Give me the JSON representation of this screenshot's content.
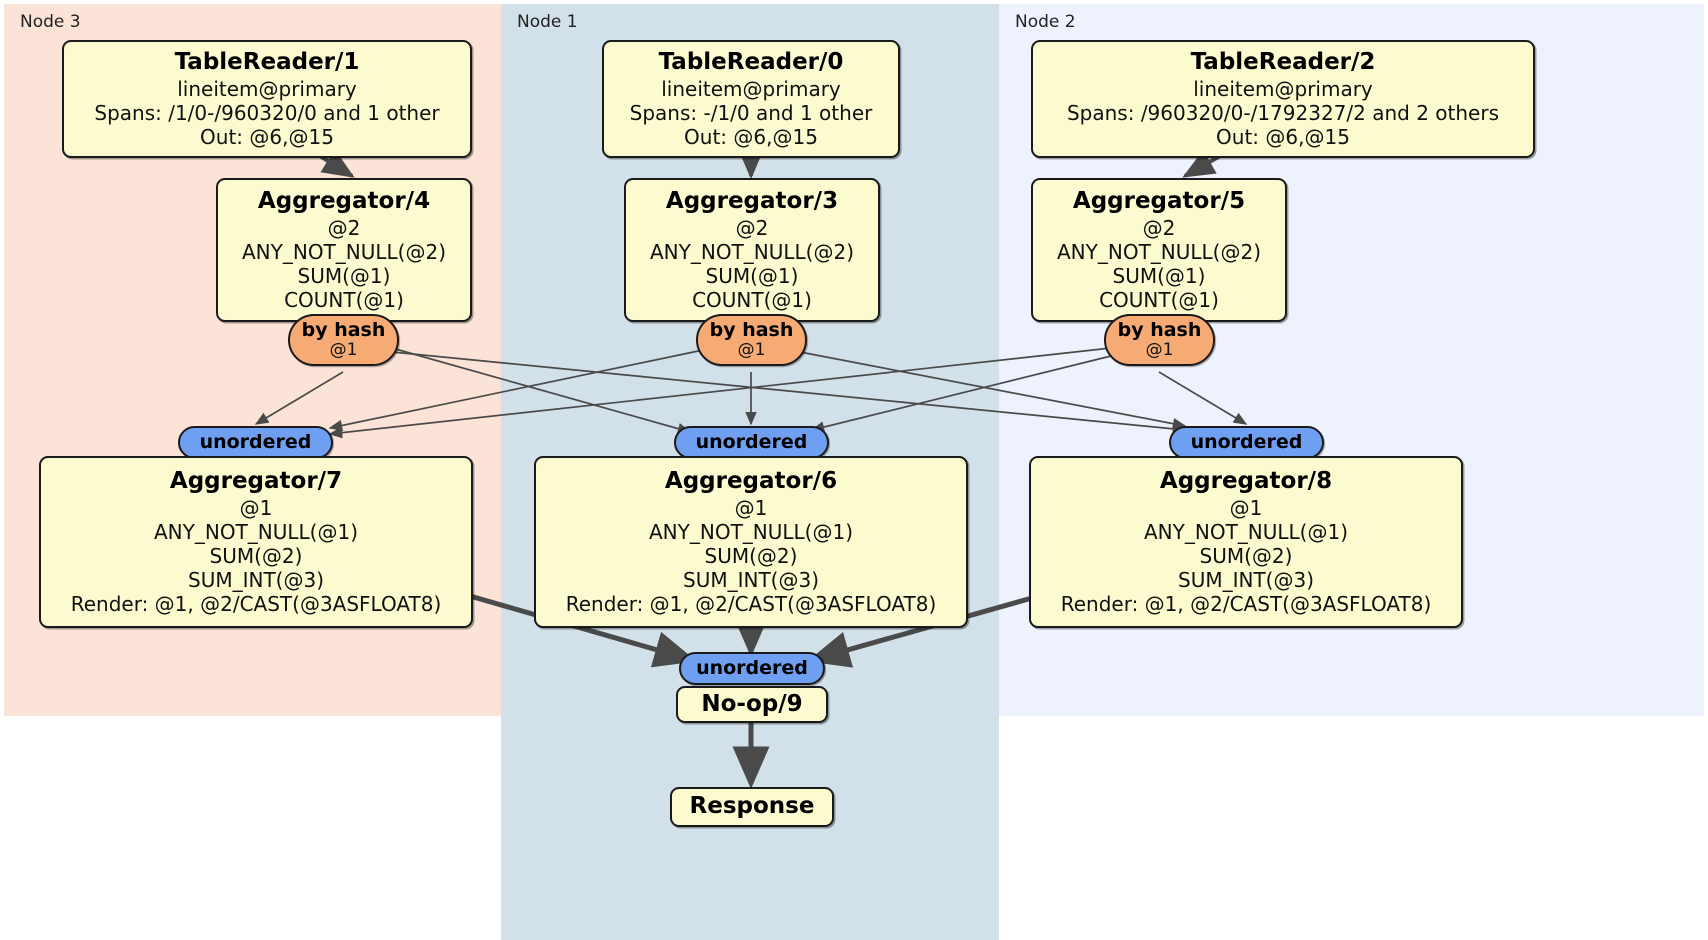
{
  "diagram": {
    "type": "distributed-query-plan",
    "colors": {
      "node3_panel": "#fbe3d7",
      "node1_panel": "#d2e0ea",
      "node2_panel": "#edf2fc",
      "processor_box": "#fbfbcf",
      "box_border": "#1a1a1a",
      "hash_pill": "#f7ab74",
      "unordered_pill": "#6f9ff0",
      "edge": "#4a4a4a"
    },
    "panels": [
      {
        "id": "node3",
        "label": "Node 3"
      },
      {
        "id": "node1",
        "label": "Node 1"
      },
      {
        "id": "node2",
        "label": "Node 2"
      }
    ],
    "processors": {
      "tablereader1": {
        "title": "TableReader/1",
        "lines": [
          "lineitem@primary",
          "Spans: /1/0-/960320/0 and 1 other",
          "Out: @6,@15"
        ]
      },
      "tablereader0": {
        "title": "TableReader/0",
        "lines": [
          "lineitem@primary",
          "Spans: -/1/0 and 1 other",
          "Out: @6,@15"
        ]
      },
      "tablereader2": {
        "title": "TableReader/2",
        "lines": [
          "lineitem@primary",
          "Spans: /960320/0-/1792327/2 and 2 others",
          "Out: @6,@15"
        ]
      },
      "aggregator4": {
        "title": "Aggregator/4",
        "lines": [
          "@2",
          "ANY_NOT_NULL(@2)",
          "SUM(@1)",
          "COUNT(@1)"
        ]
      },
      "aggregator3": {
        "title": "Aggregator/3",
        "lines": [
          "@2",
          "ANY_NOT_NULL(@2)",
          "SUM(@1)",
          "COUNT(@1)"
        ]
      },
      "aggregator5": {
        "title": "Aggregator/5",
        "lines": [
          "@2",
          "ANY_NOT_NULL(@2)",
          "SUM(@1)",
          "COUNT(@1)"
        ]
      },
      "aggregator7": {
        "title": "Aggregator/7",
        "lines": [
          "@1",
          "ANY_NOT_NULL(@1)",
          "SUM(@2)",
          "SUM_INT(@3)",
          "Render: @1, @2/CAST(@3ASFLOAT8)"
        ]
      },
      "aggregator6": {
        "title": "Aggregator/6",
        "lines": [
          "@1",
          "ANY_NOT_NULL(@1)",
          "SUM(@2)",
          "SUM_INT(@3)",
          "Render: @1, @2/CAST(@3ASFLOAT8)"
        ]
      },
      "aggregator8": {
        "title": "Aggregator/8",
        "lines": [
          "@1",
          "ANY_NOT_NULL(@1)",
          "SUM(@2)",
          "SUM_INT(@3)",
          "Render: @1, @2/CAST(@3ASFLOAT8)"
        ]
      },
      "noop9": {
        "title": "No-op/9",
        "lines": []
      },
      "response": {
        "title": "Response",
        "lines": []
      }
    },
    "routers": {
      "hash_left": {
        "title": "by hash",
        "sub": "@1"
      },
      "hash_mid": {
        "title": "by hash",
        "sub": "@1"
      },
      "hash_right": {
        "title": "by hash",
        "sub": "@1"
      },
      "unord_left": {
        "title": "unordered",
        "sub": ""
      },
      "unord_mid": {
        "title": "unordered",
        "sub": ""
      },
      "unord_right": {
        "title": "unordered",
        "sub": ""
      },
      "unord_final": {
        "title": "unordered",
        "sub": ""
      }
    }
  }
}
